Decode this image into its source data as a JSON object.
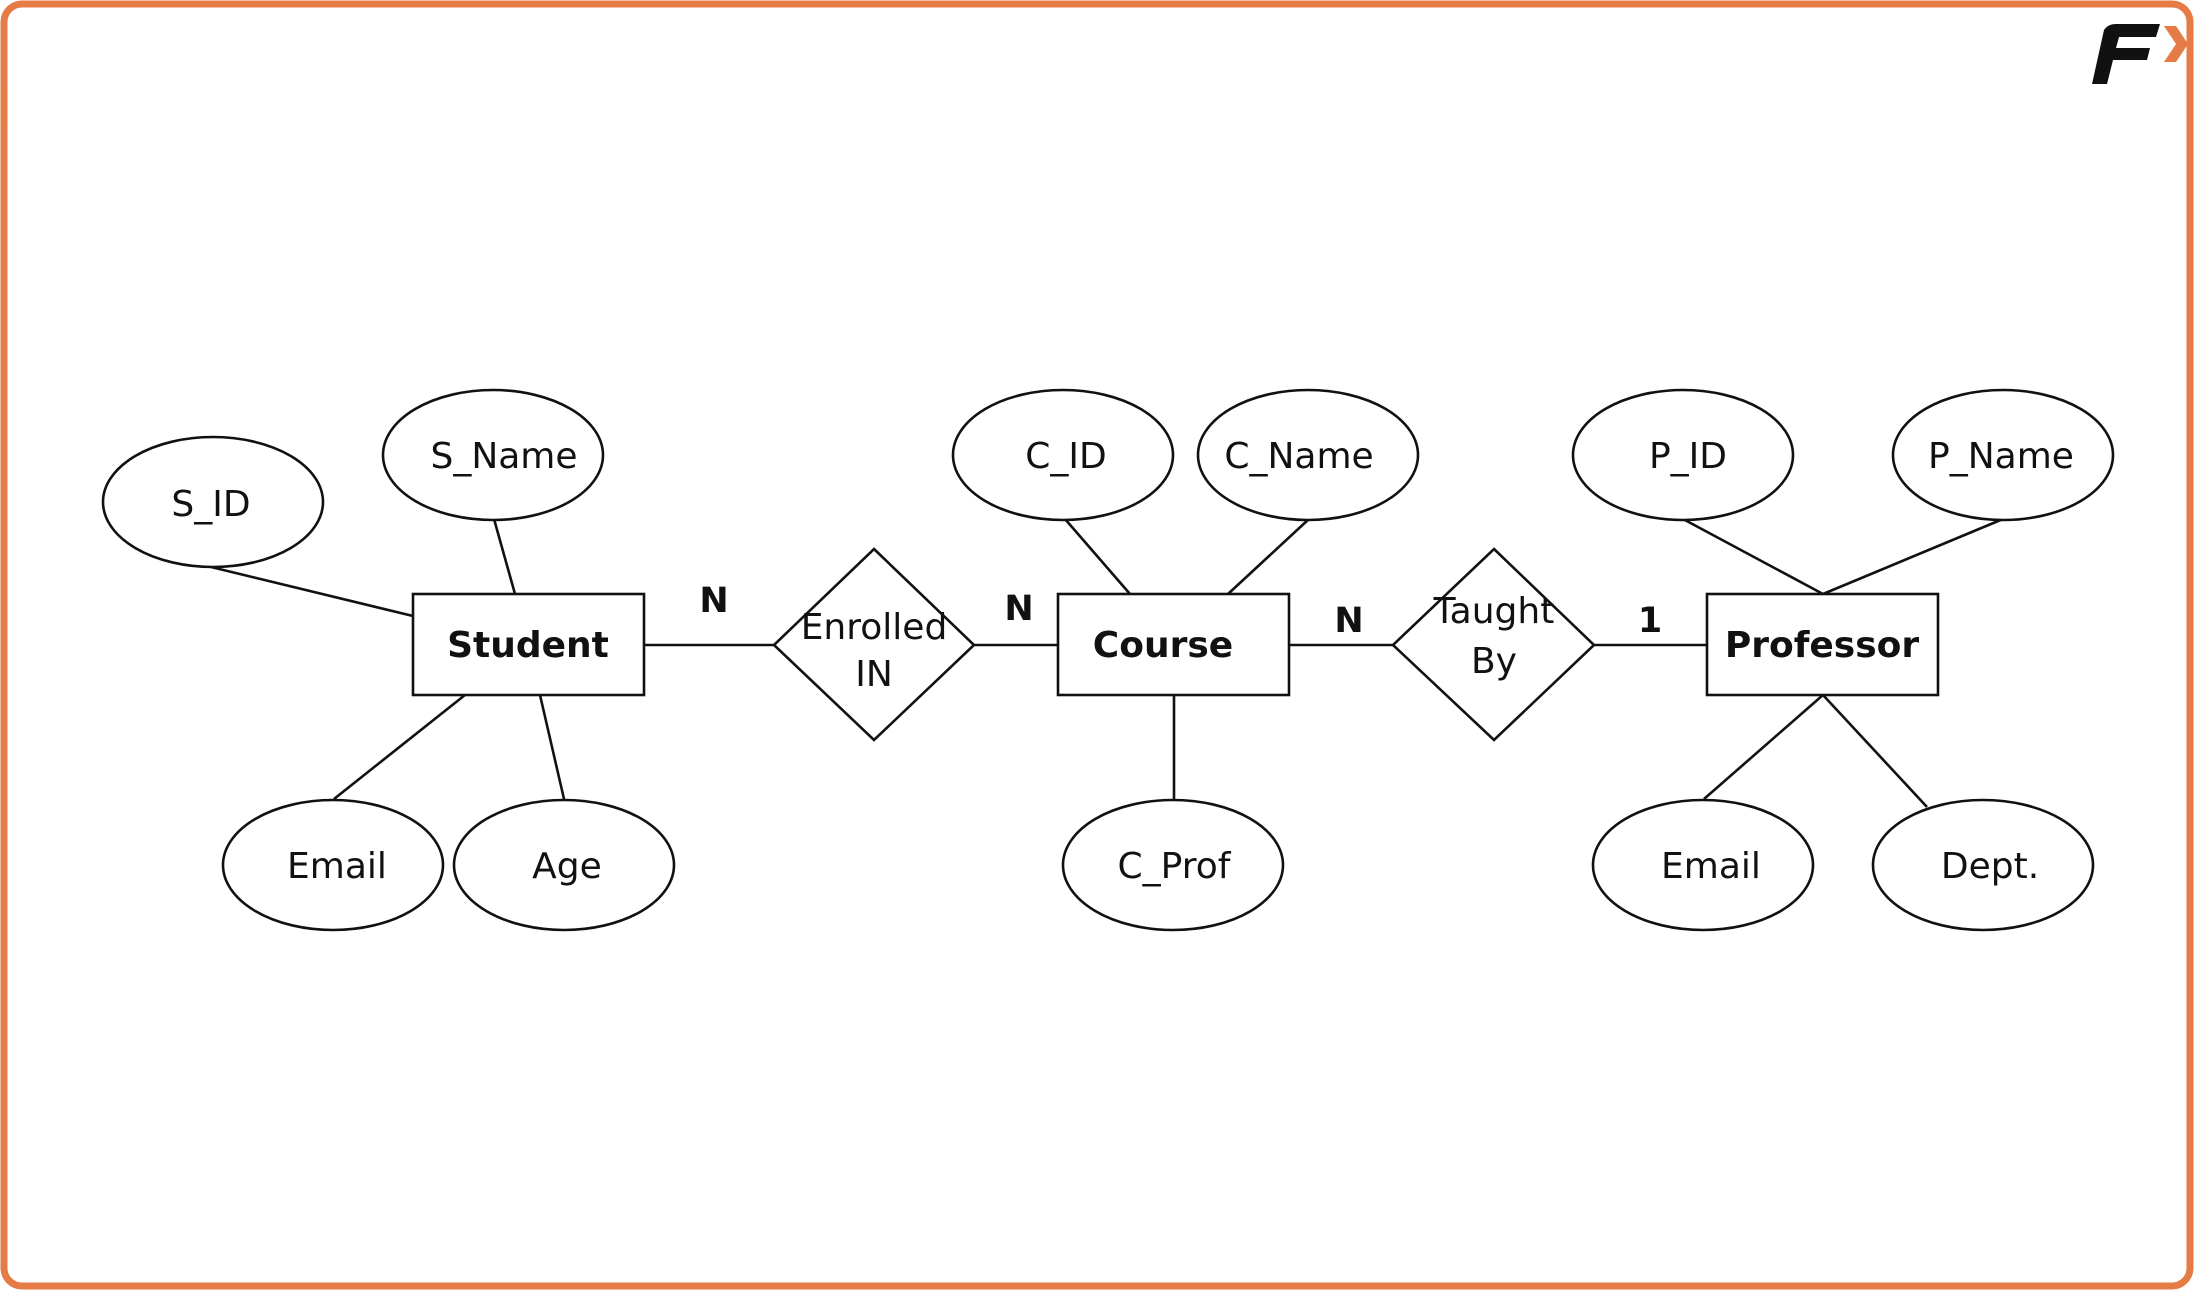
{
  "brand": {
    "accent_color": "#E57B45",
    "logo_color": "#111111",
    "logo_letter": "F",
    "logo_icon": "brand-logo-icon"
  },
  "diagram": {
    "type": "er-diagram",
    "entities": {
      "student": "Student",
      "course": "Course",
      "professor": "Professor"
    },
    "relationships": {
      "enrolled_in": [
        "Enrolled",
        "IN"
      ],
      "taught_by": [
        "Taught",
        "By"
      ]
    },
    "attributes": {
      "student": [
        "S_ID",
        "S_Name",
        "Email",
        "Age"
      ],
      "course": [
        "C_ID",
        "C_Name",
        "C_Prof"
      ],
      "professor": [
        "P_ID",
        "P_Name",
        "Email",
        "Dept."
      ]
    },
    "cardinalities": {
      "student_enrolled": "N",
      "enrolled_course": "N",
      "course_taught": "N",
      "taught_professor": "1"
    }
  }
}
